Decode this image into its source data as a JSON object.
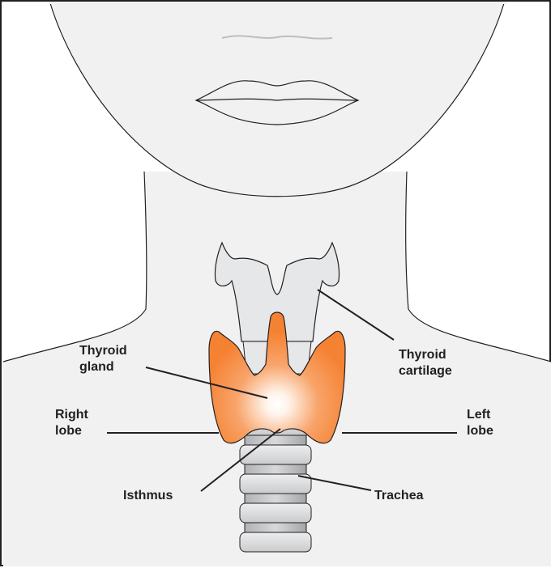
{
  "diagram": {
    "labels": {
      "thyroid_gland": [
        "Thyroid",
        "gland"
      ],
      "thyroid_cartilage": [
        "Thyroid",
        "cartilage"
      ],
      "right_lobe": [
        "Right",
        "lobe"
      ],
      "left_lobe": [
        "Left",
        "lobe"
      ],
      "isthmus": "Isthmus",
      "trachea": "Trachea"
    },
    "colors": {
      "outline": "#231f20",
      "skin": "#f1f1f2",
      "cartilage": "#e6e7e8",
      "gland_outer": "#f58232",
      "gland_inner": "#ffffff",
      "trachea_ring": "#d1d3d4",
      "trachea_gap": "#a7a9ac"
    }
  }
}
